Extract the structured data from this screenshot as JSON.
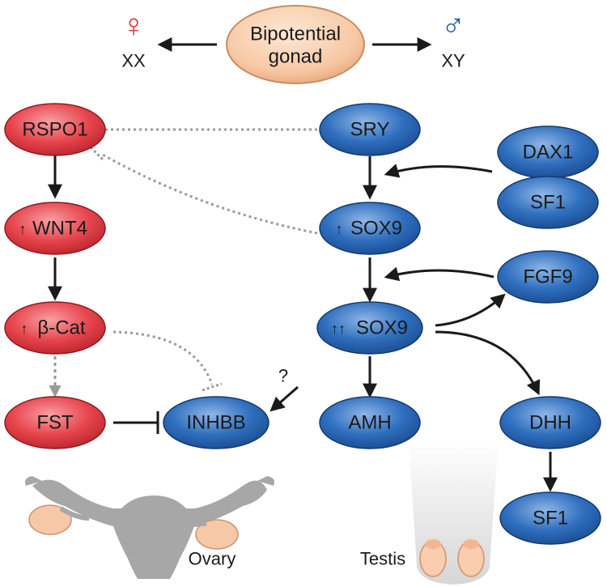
{
  "gonad": {
    "line1": "Bipotential",
    "line2": "gonad"
  },
  "female": {
    "symbol": "♀",
    "label": "XX",
    "color": "#d8323c"
  },
  "male": {
    "symbol": "♂",
    "label": "XY",
    "color": "#1f5fa8"
  },
  "nodes": {
    "rspo1": "RSPO1",
    "wnt4": "WNT4",
    "bcat": "β-Cat",
    "fst": "FST",
    "inhbb": "INHBB",
    "sry": "SRY",
    "sox9a": "SOX9",
    "sox9b": "SOX9",
    "amh": "AMH",
    "dax1": "DAX1",
    "sf1a": "SF1",
    "fgf9": "FGF9",
    "dhh": "DHH",
    "sf1b": "SF1"
  },
  "up_arrow": "↑",
  "double_up_arrow": "↑↑",
  "question_mark": "?",
  "ovary_label": "Ovary",
  "testis_label": "Testis",
  "colors": {
    "red_node": "#e8464e",
    "blue_node": "#2f6fbf",
    "gonad_fill": "#f7c9a4",
    "organ_gray": "#a7a7a7",
    "dotted": "#9a9a9a"
  }
}
